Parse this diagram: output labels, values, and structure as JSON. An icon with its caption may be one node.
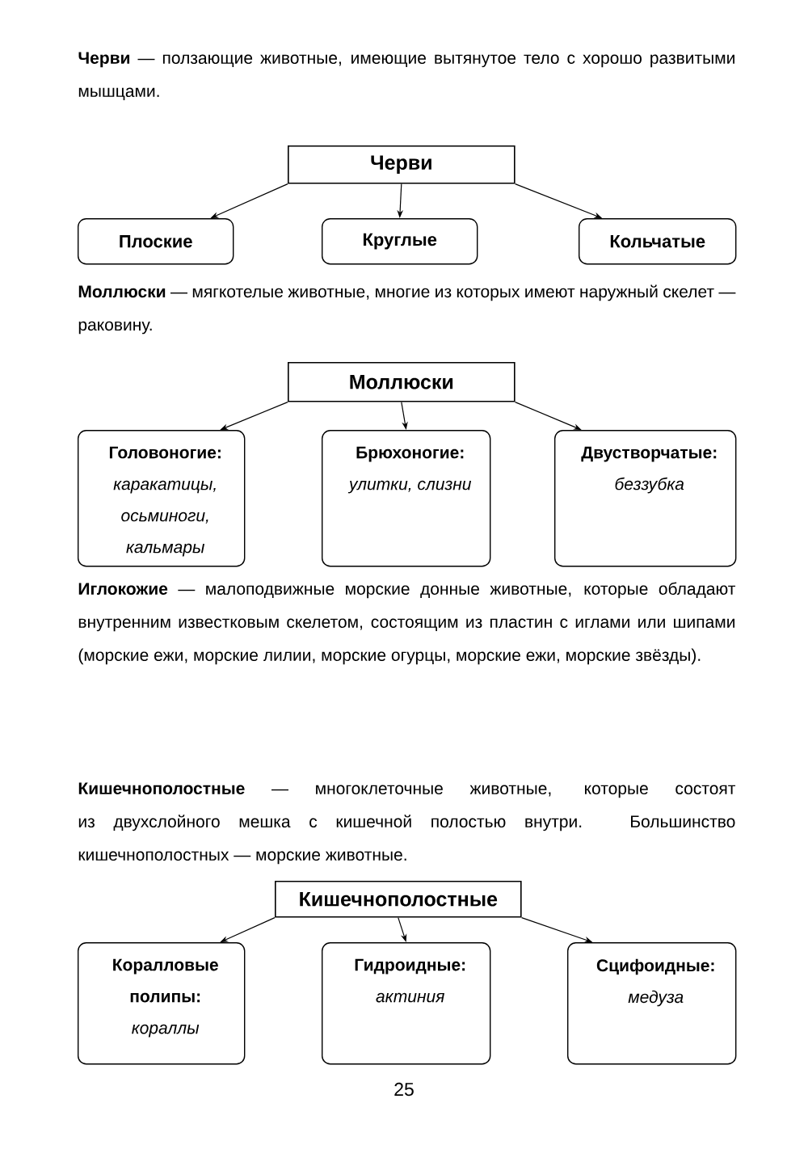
{
  "diagram": {
    "nodes": [
      {
        "text": [
          "Черви"
        ]
      },
      {
        "text": [
          "Плоские"
        ]
      },
      {
        "text": [
          "Круглые"
        ]
      },
      {
        "text": [
          "Кольчатые"
        ]
      },
      {
        "text": [
          "Моллюски"
        ]
      },
      {
        "text": [
          "Головоногие:",
          "каракатицы, осьминоги, кальмары"
        ]
      },
      {
        "text": [
          "Брюхоногие:",
          "улитки, слизни"
        ]
      },
      {
        "text": [
          "Двустворчатые:",
          "беззубка"
        ]
      },
      {
        "text": [
          "Кишечнополостные"
        ]
      },
      {
        "text": [
          "Коралловые полипы:",
          "кораллы"
        ]
      },
      {
        "text": [
          "Гидроидные:",
          "актиния"
        ]
      },
      {
        "text": [
          "Сцифоидные:",
          "медуза"
        ]
      }
    ],
    "edges": [
      {
        "from": 0,
        "to": 1,
        "arrow": "to"
      },
      {
        "from": 0,
        "to": 2,
        "arrow": "to"
      },
      {
        "from": 0,
        "to": 3,
        "arrow": "to"
      },
      {
        "from": 4,
        "to": 5,
        "arrow": "to"
      },
      {
        "from": 4,
        "to": 6,
        "arrow": "to"
      },
      {
        "from": 4,
        "to": 7,
        "arrow": "to"
      },
      {
        "from": 8,
        "to": 9,
        "arrow": "to"
      },
      {
        "from": 8,
        "to": 10,
        "arrow": "to"
      },
      {
        "from": 8,
        "to": 11,
        "arrow": "to"
      }
    ],
    "labels": [
      "**Черви** — ползающие животные, имеющие вытянутое тело с хорошо развитыми мышцами.",
      "**Моллюски** — мягкотелые животные, многие из которых имеют наружный скелет — раковину.",
      "**Иглокожие** — малоподвижные морские донные животные, которые обладают внутренним известковым скелетом, состоящим из пластин с иглами или шипами (морские ежи, морские лилии, морские огурцы, морские ежи, морские звёзды).",
      "**Кишечнополостные** — многоклеточные животные, которые состоят из двухслойного мешка с кишечной полостью внутри. Большинство кишечнополостных — морские животные.",
      "25"
    ]
  }
}
